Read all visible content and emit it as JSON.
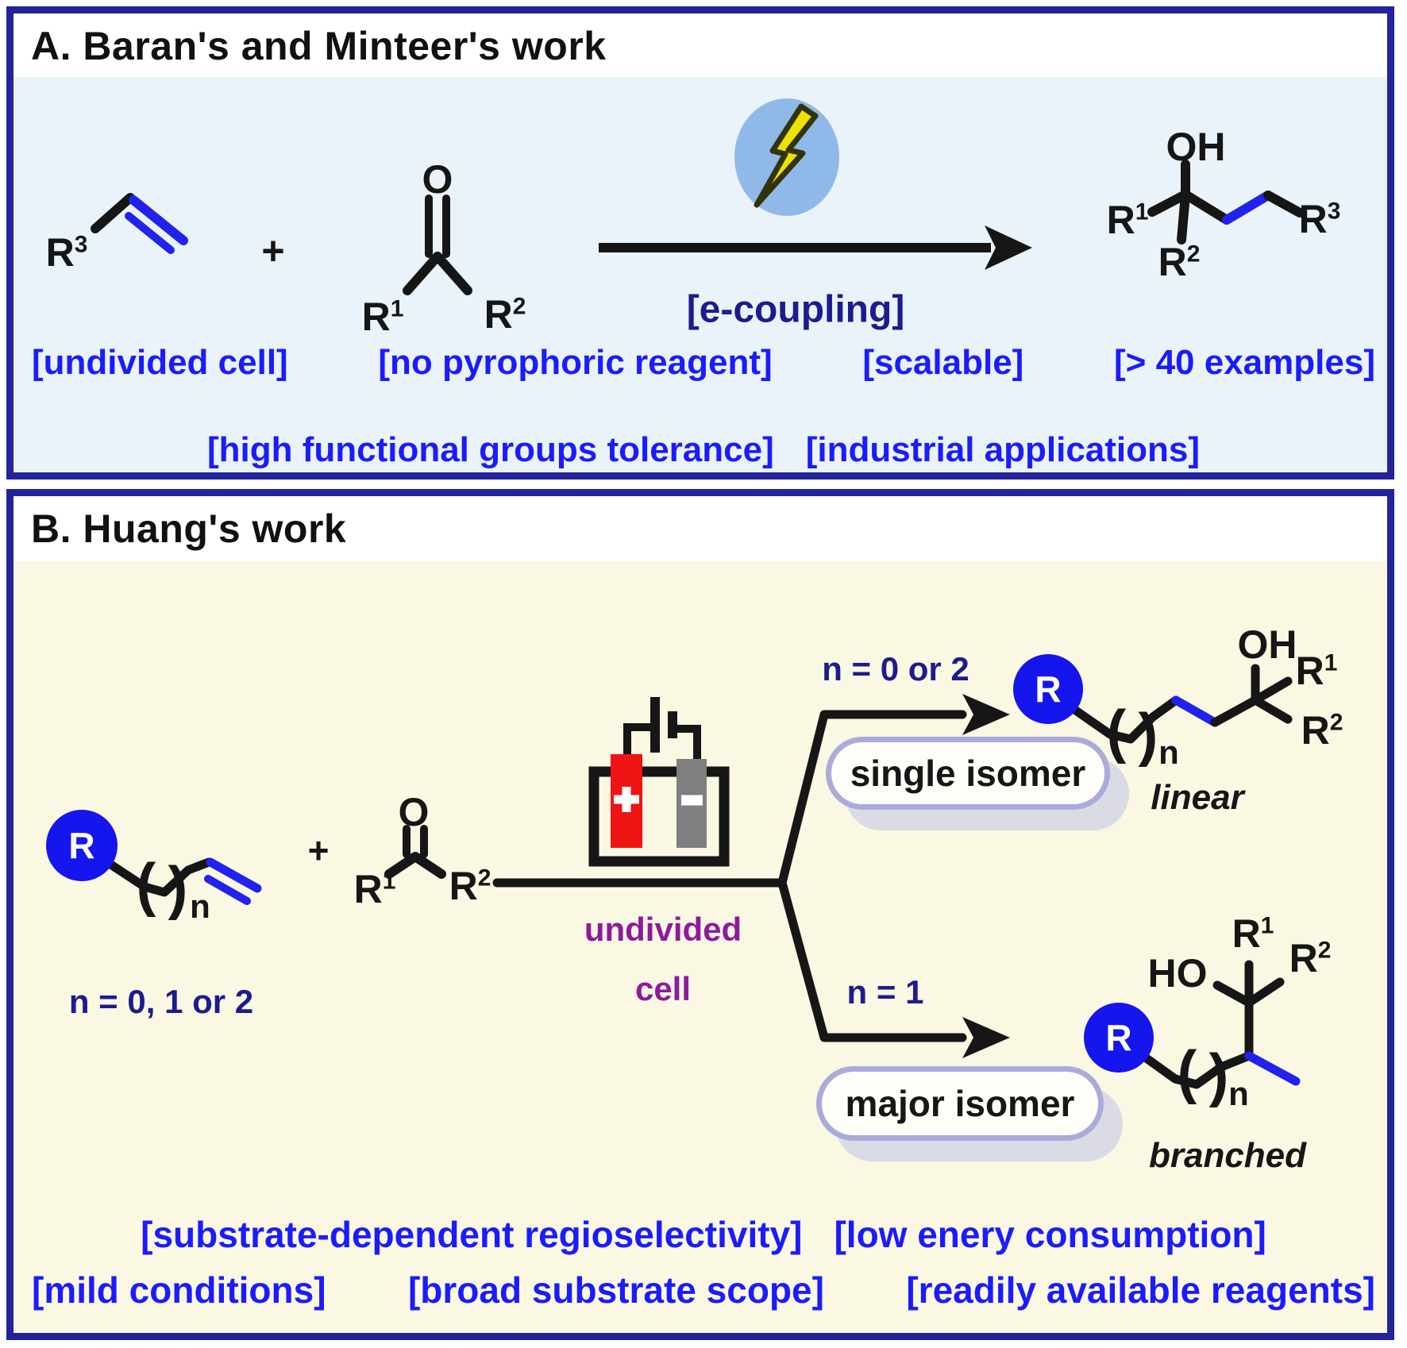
{
  "panel_a": {
    "title": "A. Baran's and  Minteer's work",
    "arrow_label": "[e-coupling]",
    "features_row1": [
      "[undivided cell]",
      "[no pyrophoric reagent]",
      "[scalable]",
      "[> 40 examples]"
    ],
    "features_row2": [
      "[high functional groups tolerance]",
      "[industrial applications]"
    ]
  },
  "panel_b": {
    "title": "B. Huang's work",
    "n_note": "n = 0, 1 or 2",
    "cell_label": {
      "line1": "undivided",
      "line2": "cell"
    },
    "branch_top": {
      "condition": "n = 0 or 2",
      "badge": "single isomer",
      "product_label": "linear"
    },
    "branch_bottom": {
      "condition": "n = 1",
      "badge": "major isomer",
      "product_label": "branched"
    },
    "features_row1": [
      "[substrate-dependent regioselectivity]",
      "[low enery consumption]"
    ],
    "features_row2": [
      "[mild conditions]",
      "[broad substrate scope]",
      "[readily available reagents]"
    ]
  },
  "sym": {
    "r_base": "R",
    "sup1": "1",
    "sup2": "2",
    "sup3": "3",
    "o": "O",
    "oh": "OH",
    "ho": "HO",
    "plus": "+",
    "paren_open": "(",
    "paren_close": ")",
    "n_sub": "n"
  },
  "icons": {
    "lightning": "lightning-bolt-icon",
    "cell": "electrochemical-cell-icon"
  },
  "colors": {
    "accent_blue": "#1b1bff",
    "navy": "#1c1c8e",
    "purple": "#8e1b9a",
    "bond_blue": "#2222ee",
    "r_circle_blue": "#1515ee",
    "electrode_red": "#ee1414",
    "electrode_gray": "#7f7f7f",
    "panel_border": "#23239b",
    "panel_a_bg": "#e9f3f9",
    "panel_b_bg": "#faf7e2",
    "lightning_bg": "#8fb9e9",
    "lightning_bolt": "#ece400"
  }
}
